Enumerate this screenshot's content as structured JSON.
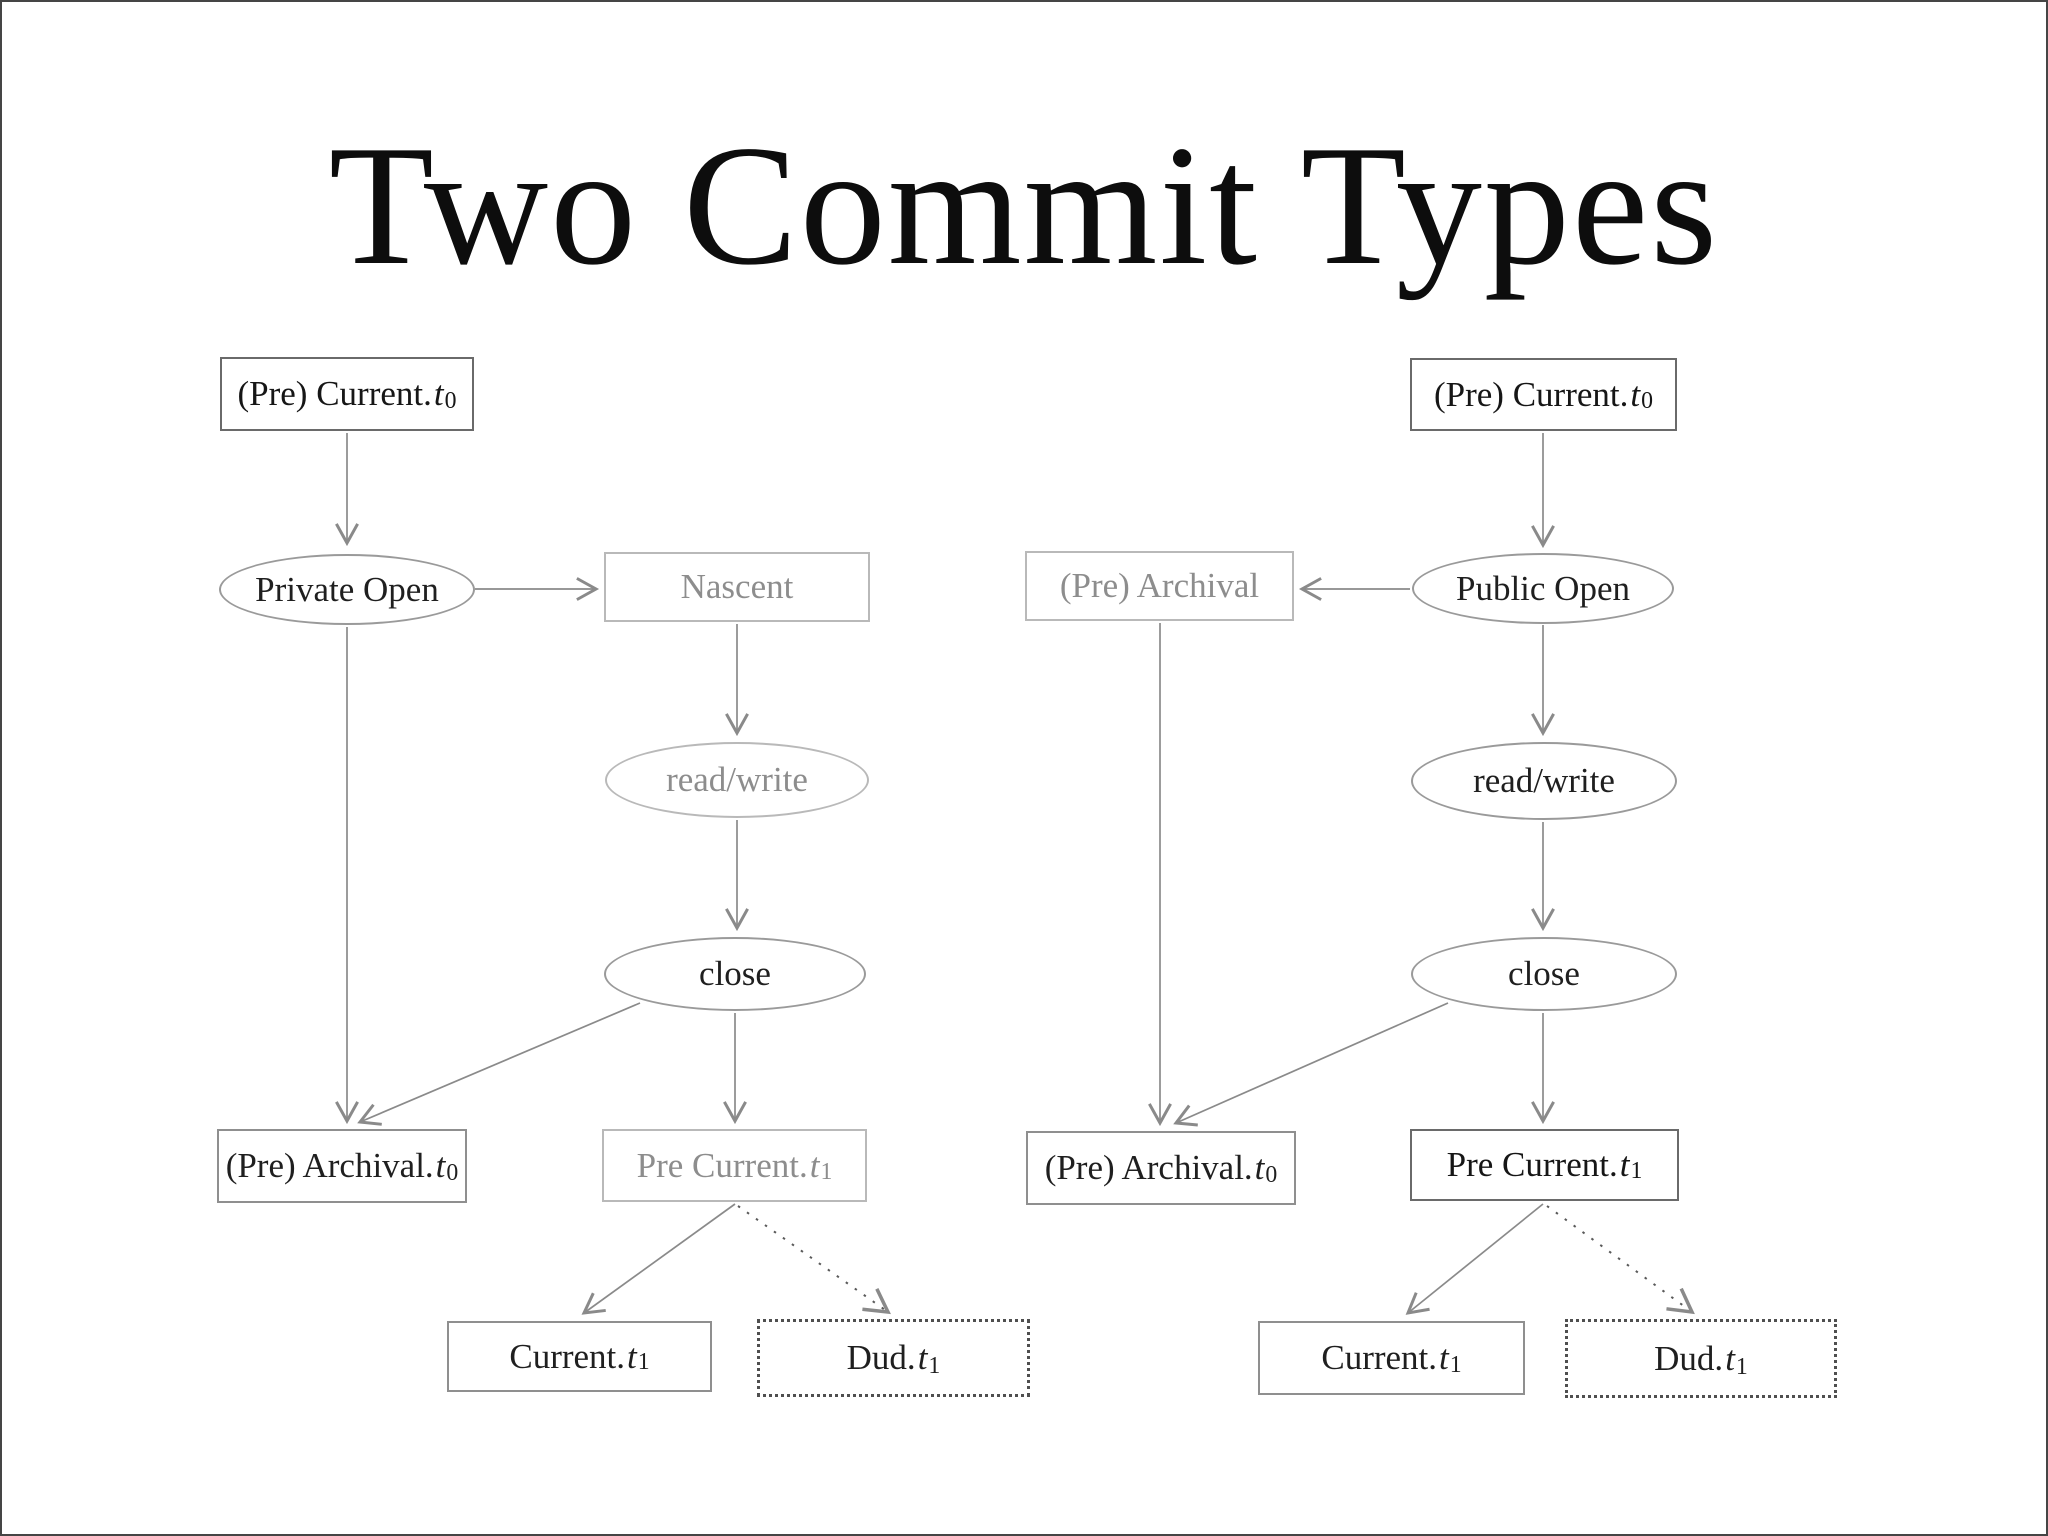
{
  "title": "Two Commit Types",
  "colors": {
    "background": "#ffffff",
    "slide_border": "#454545",
    "dark_text": "#1f1f1f",
    "gray_text": "#8d8d8d",
    "line": "#8a8a8a",
    "dotted": "#5a5a5a"
  },
  "left": {
    "name": "private-commit-flow",
    "nodes": {
      "pre_current_t0": {
        "main": "(Pre) Current.",
        "var": "t",
        "sub": "0"
      },
      "private_open": {
        "main": "Private Open"
      },
      "nascent": {
        "main": "Nascent"
      },
      "read_write": {
        "main": "read/write"
      },
      "close": {
        "main": "close"
      },
      "pre_archival_t0": {
        "main": "(Pre) Archival.",
        "var": "t",
        "sub": "0"
      },
      "pre_current_t1": {
        "main": "Pre Current.",
        "var": "t",
        "sub": "1"
      },
      "current_t1": {
        "main": "Current.",
        "var": "t",
        "sub": "1"
      },
      "dud_t1": {
        "main": "Dud.",
        "var": "t",
        "sub": "1"
      }
    }
  },
  "right": {
    "name": "public-commit-flow",
    "nodes": {
      "pre_current_t0": {
        "main": "(Pre) Current.",
        "var": "t",
        "sub": "0"
      },
      "public_open": {
        "main": "Public Open"
      },
      "pre_archival": {
        "main": "(Pre) Archival"
      },
      "read_write": {
        "main": "read/write"
      },
      "close": {
        "main": "close"
      },
      "pre_archival_t0": {
        "main": "(Pre) Archival.",
        "var": "t",
        "sub": "0"
      },
      "pre_current_t1": {
        "main": "Pre Current.",
        "var": "t",
        "sub": "1"
      },
      "current_t1": {
        "main": "Current.",
        "var": "t",
        "sub": "1"
      },
      "dud_t1": {
        "main": "Dud.",
        "var": "t",
        "sub": "1"
      }
    }
  }
}
